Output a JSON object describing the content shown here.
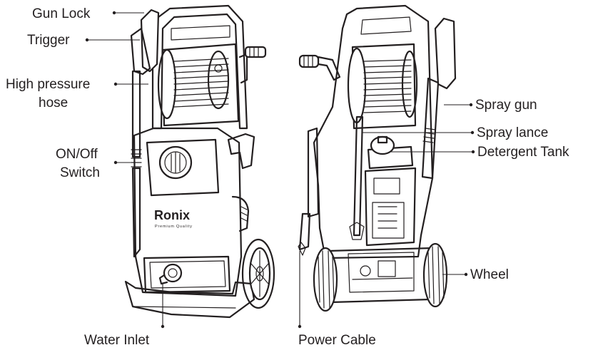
{
  "labels": {
    "gun_lock": "Gun Lock",
    "trigger": "Trigger",
    "high_pressure_hose_line1": "High pressure",
    "high_pressure_hose_line2": "hose",
    "on_off_switch_line1": "ON/Off",
    "on_off_switch_line2": "Switch",
    "water_inlet": "Water Inlet",
    "spray_gun": "Spray gun",
    "spray_lance": "Spray lance",
    "detergent_tank": "Detergent Tank",
    "wheel": "Wheel",
    "power_cable": "Power Cable"
  },
  "brand": {
    "name": "Ronix",
    "tagline": "Premium Quality"
  },
  "colors": {
    "ink": "#231f20",
    "background": "#ffffff"
  }
}
